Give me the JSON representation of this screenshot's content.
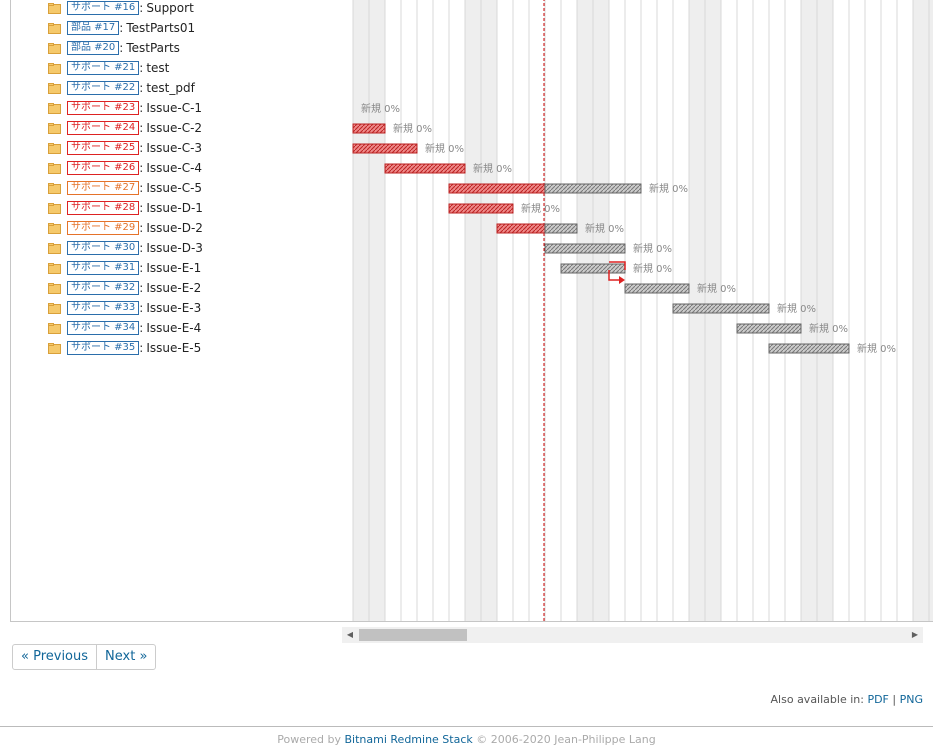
{
  "issues": [
    {
      "badge": "サポート #16",
      "subject": "Support",
      "color": "blue"
    },
    {
      "badge": "部品 #17",
      "subject": "TestParts01",
      "color": "blue"
    },
    {
      "badge": "部品 #20",
      "subject": "TestParts",
      "color": "blue"
    },
    {
      "badge": "サポート #21",
      "subject": "test",
      "color": "blue"
    },
    {
      "badge": "サポート #22",
      "subject": "test_pdf",
      "color": "blue"
    },
    {
      "badge": "サポート #23",
      "subject": "Issue-C-1",
      "color": "red"
    },
    {
      "badge": "サポート #24",
      "subject": "Issue-C-2",
      "color": "red"
    },
    {
      "badge": "サポート #25",
      "subject": "Issue-C-3",
      "color": "red"
    },
    {
      "badge": "サポート #26",
      "subject": "Issue-C-4",
      "color": "red"
    },
    {
      "badge": "サポート #27",
      "subject": "Issue-C-5",
      "color": "orange"
    },
    {
      "badge": "サポート #28",
      "subject": "Issue-D-1",
      "color": "red"
    },
    {
      "badge": "サポート #29",
      "subject": "Issue-D-2",
      "color": "orange"
    },
    {
      "badge": "サポート #30",
      "subject": "Issue-D-3",
      "color": "blue"
    },
    {
      "badge": "サポート #31",
      "subject": "Issue-E-1",
      "color": "blue"
    },
    {
      "badge": "サポート #32",
      "subject": "Issue-E-2",
      "color": "blue"
    },
    {
      "badge": "サポート #33",
      "subject": "Issue-E-3",
      "color": "blue"
    },
    {
      "badge": "サポート #34",
      "subject": "Issue-E-4",
      "color": "blue"
    },
    {
      "badge": "サポート #35",
      "subject": "Issue-E-5",
      "color": "blue"
    }
  ],
  "bar_label": "新規 0%",
  "pager": {
    "previous": "« Previous",
    "next": "Next »"
  },
  "formats": {
    "label": "Also available in:",
    "pdf": "PDF",
    "png": "PNG",
    "sep": "|"
  },
  "footer": {
    "prefix": "Powered by",
    "link": "Bitnami Redmine Stack",
    "suffix": "© 2006-2020 Jean-Philippe Lang"
  },
  "colors": {
    "late": "#d9534f",
    "normal": "#aaaaaa",
    "blue": "#2b6eab",
    "red": "#dd2222",
    "orange": "#e5722a",
    "today": "#cc0000"
  }
}
